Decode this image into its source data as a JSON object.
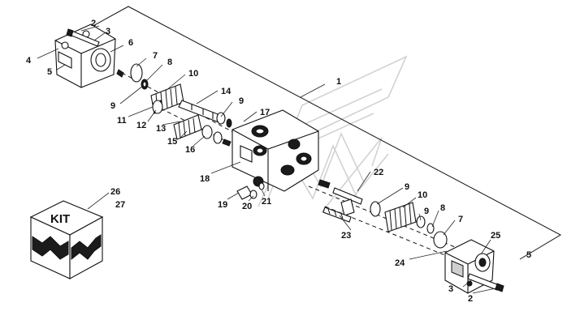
{
  "callouts": {
    "n1": "1",
    "n2": "2",
    "n3": "3",
    "n4": "4",
    "n5": "5",
    "n6": "6",
    "n7": "7",
    "n8": "8",
    "n9": "9",
    "n10": "10",
    "n11": "11",
    "n12": "12",
    "n13": "13",
    "n14": "14",
    "n15": "15",
    "n16": "16",
    "n17": "17",
    "n18": "18",
    "n19": "19",
    "n20": "20",
    "n21": "21",
    "n22": "22",
    "n23": "23",
    "n24": "24",
    "n25": "25",
    "n26": "26",
    "n27": "27"
  },
  "kit": {
    "label": "KIT"
  }
}
